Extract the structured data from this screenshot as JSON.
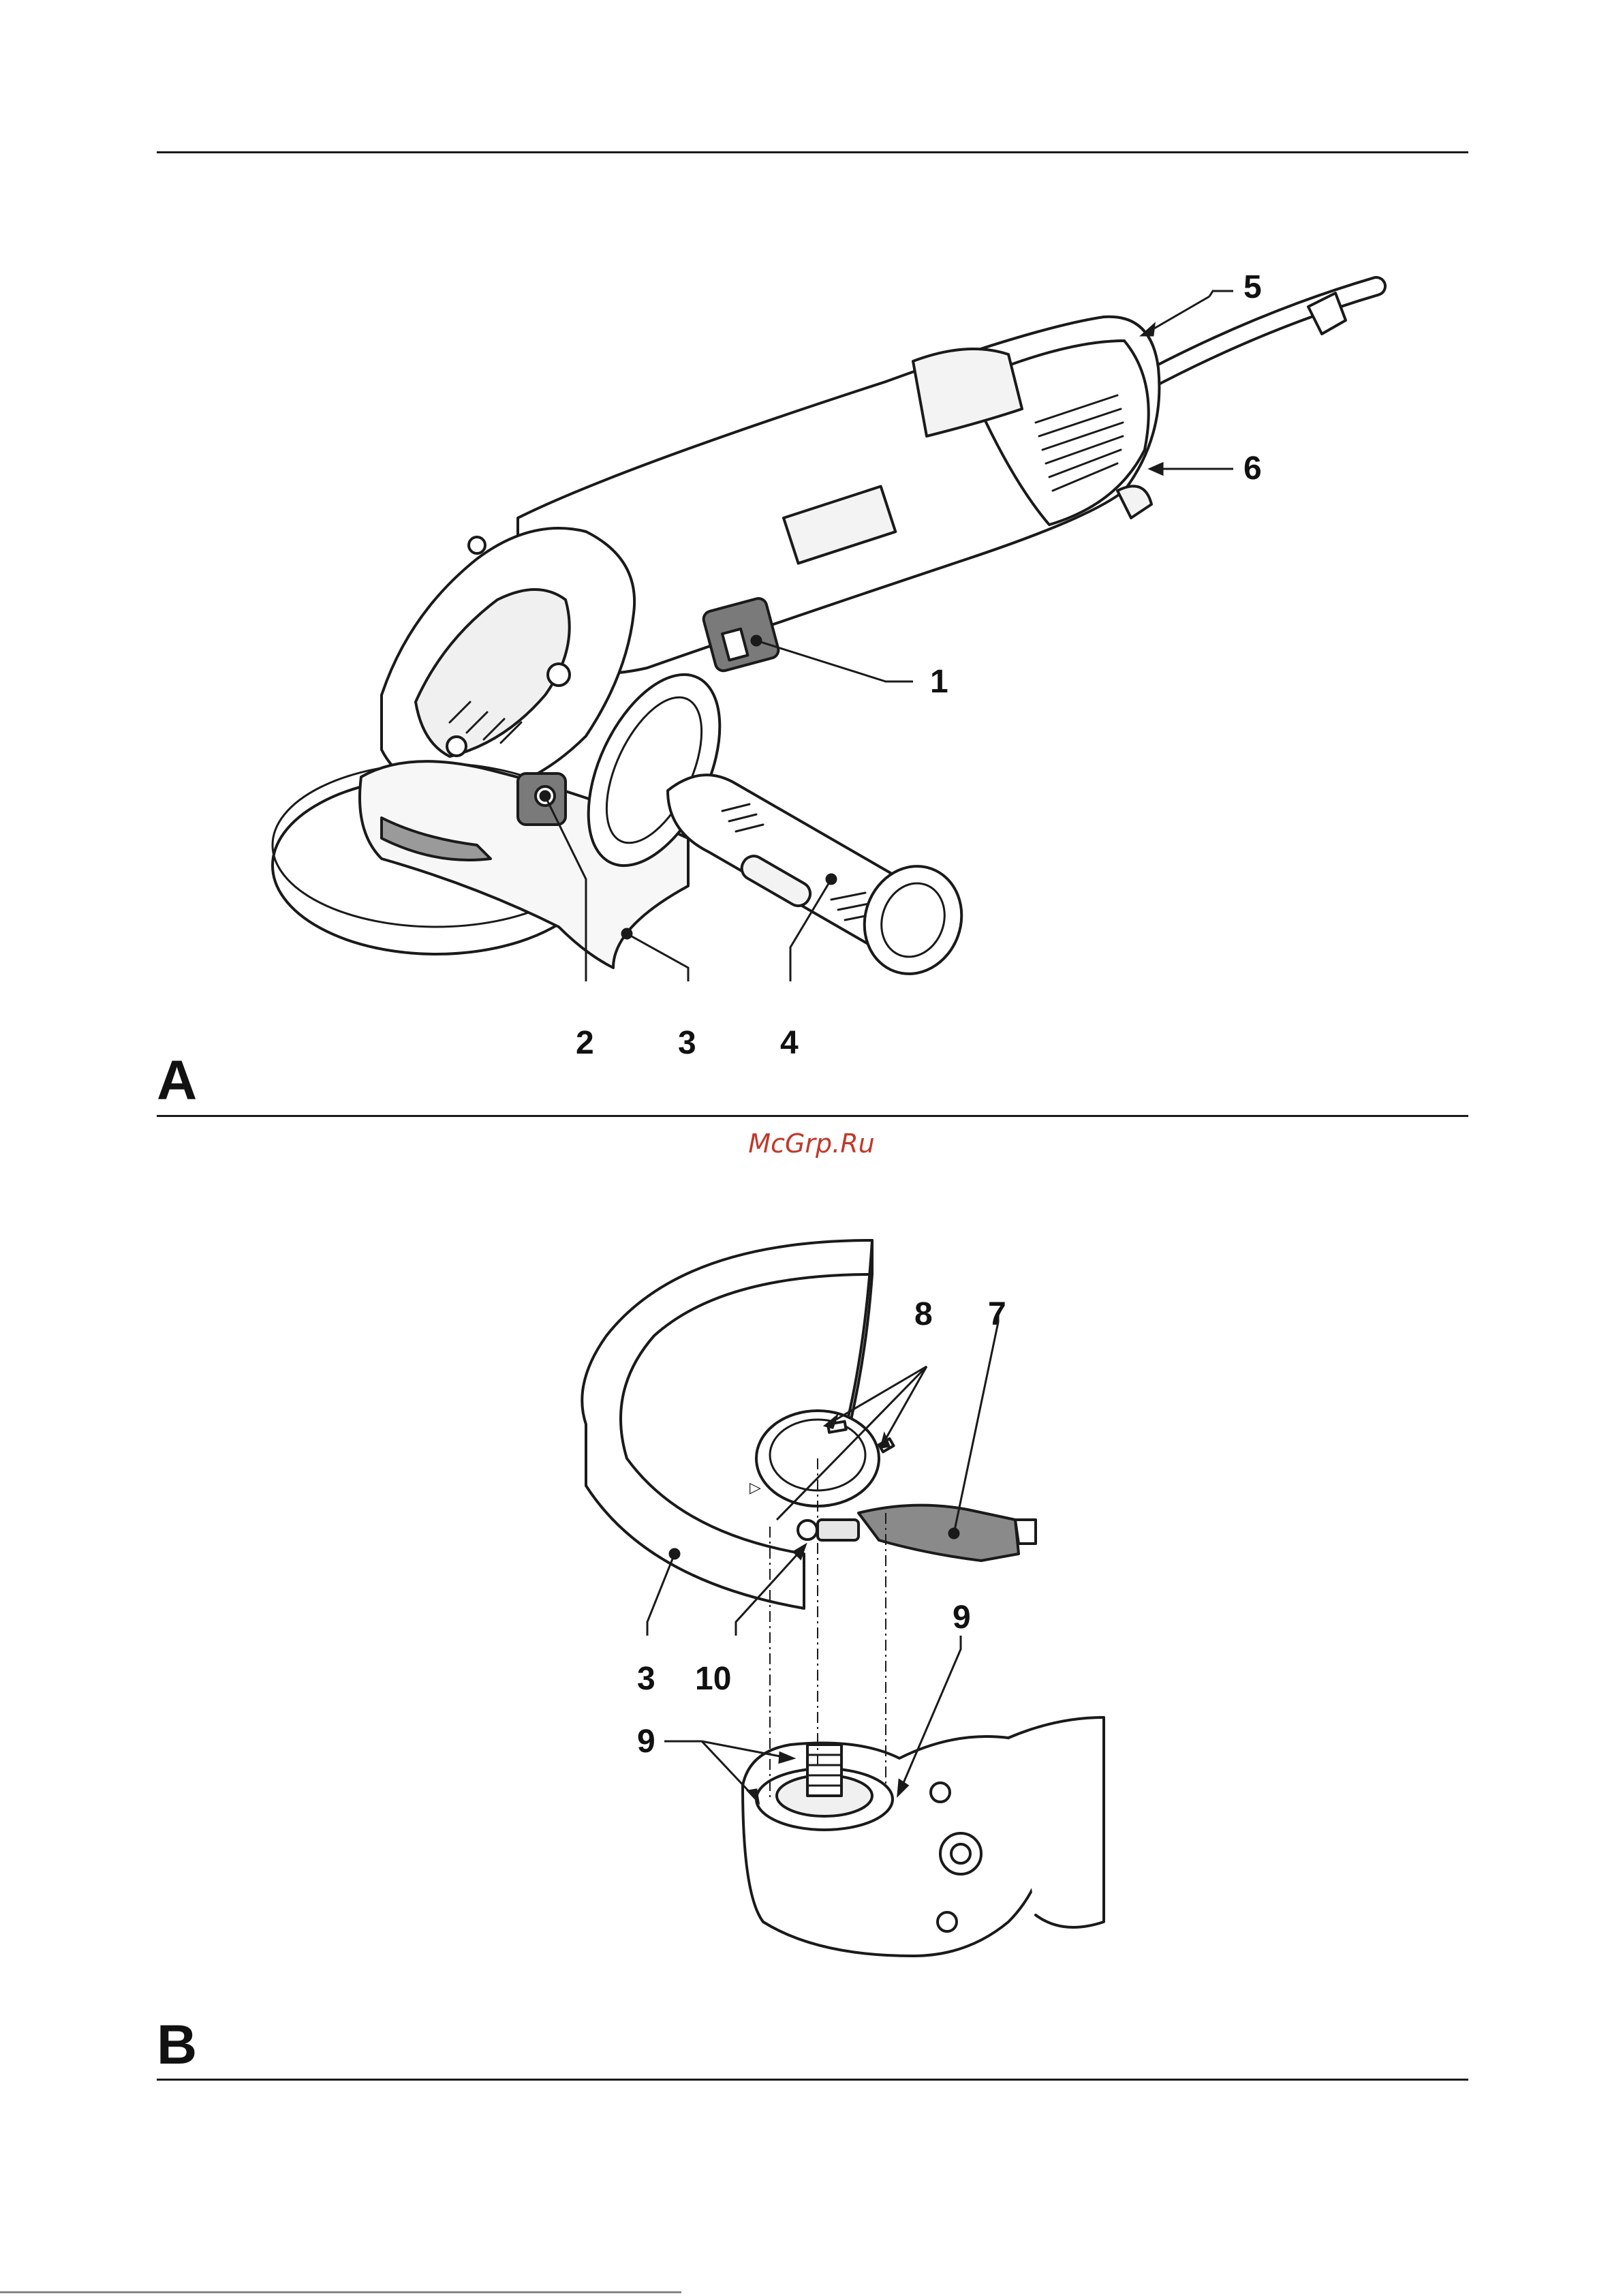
{
  "figures": [
    {
      "letter": "A",
      "callouts": [
        "1",
        "2",
        "3",
        "4",
        "5",
        "6"
      ]
    },
    {
      "letter": "B",
      "callouts": [
        "3",
        "7",
        "8",
        "9",
        "9",
        "10"
      ]
    }
  ],
  "watermark": "McGrp.Ru",
  "colors": {
    "line": "#1a1a1a",
    "shade": "#8a8a8a",
    "light": "#d9d9d9",
    "watermark": "#c0392b"
  }
}
